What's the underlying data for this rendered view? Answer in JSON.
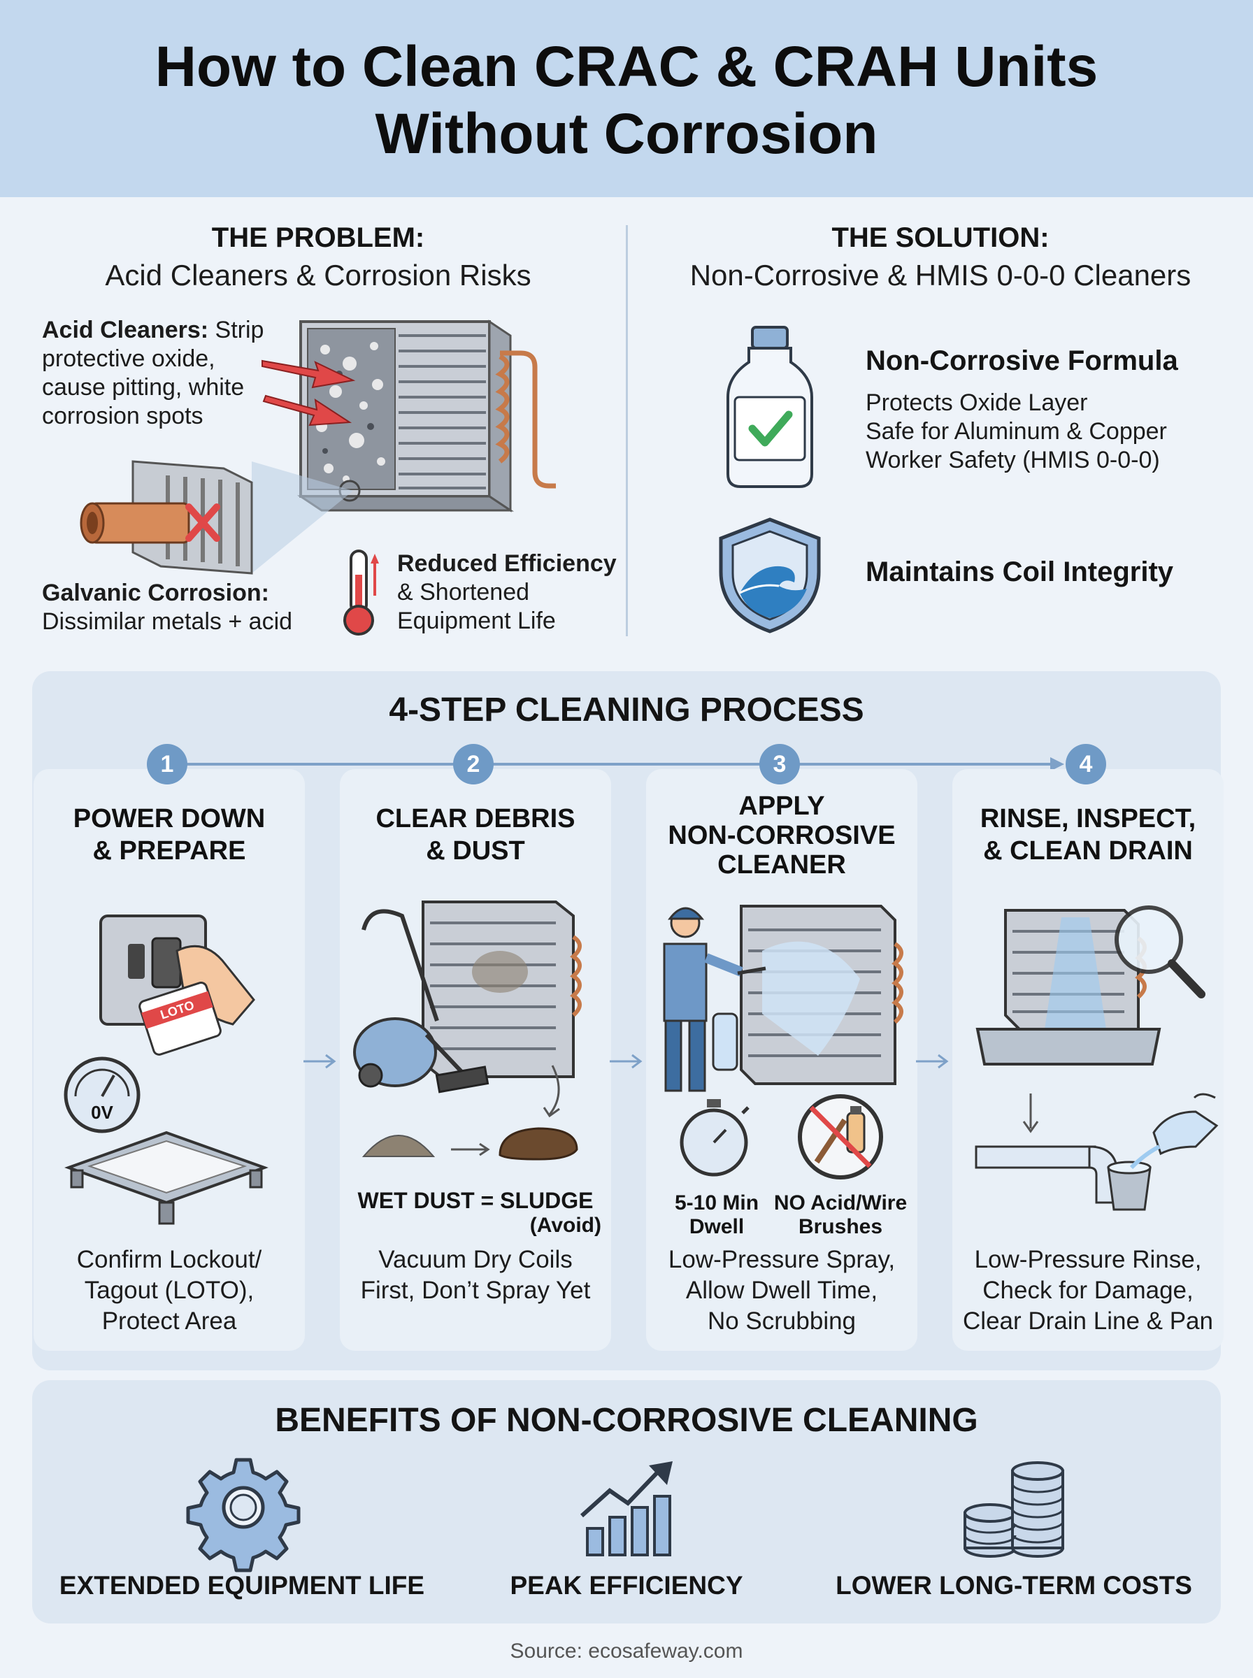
{
  "header": {
    "title_line1": "How to Clean CRAC & CRAH Units",
    "title_line2": "Without Corrosion"
  },
  "problem": {
    "heading": "THE PROBLEM:",
    "subheading": "Acid Cleaners & Corrosion Risks",
    "acid_label": "Acid Cleaners:",
    "acid_text_1": "Strip",
    "acid_text_2": "protective oxide,",
    "acid_text_3": "cause pitting, white",
    "acid_text_4": "corrosion spots",
    "galvanic_label": "Galvanic Corrosion:",
    "galvanic_text": "Dissimilar metals + acid",
    "efficiency_label": "Reduced Efficiency",
    "efficiency_text_1": "& Shortened",
    "efficiency_text_2": "Equipment Life"
  },
  "solution": {
    "heading": "THE SOLUTION:",
    "subheading": "Non-Corrosive & HMIS 0-0-0 Cleaners",
    "formula_title": "Non-Corrosive Formula",
    "formula_points": [
      "Protects Oxide Layer",
      "Safe for Aluminum & Copper",
      "Worker Safety (HMIS 0-0-0)"
    ],
    "integrity_title": "Maintains Coil Integrity"
  },
  "process": {
    "heading": "4-STEP CLEANING PROCESS",
    "steps": [
      {
        "number": "1",
        "title_1": "POWER DOWN",
        "title_2": "& PREPARE",
        "desc_1": "Confirm Lockout/",
        "desc_2": "Tagout (LOTO),",
        "desc_3": "Protect Area",
        "tag": "LOTO",
        "gauge": "0V"
      },
      {
        "number": "2",
        "title_1": "CLEAR DEBRIS",
        "title_2": "& DUST",
        "note_1": "WET DUST = SLUDGE",
        "note_2": "(Avoid)",
        "desc_1": "Vacuum Dry Coils",
        "desc_2": "First, Don’t Spray Yet"
      },
      {
        "number": "3",
        "title_1": "APPLY",
        "title_2": "NON-CORROSIVE",
        "title_3": "CLEANER",
        "timer_1": "5-10 Min",
        "timer_2": "Dwell",
        "no_1": "NO Acid/Wire",
        "no_2": "Brushes",
        "desc_1": "Low-Pressure Spray,",
        "desc_2": "Allow Dwell Time,",
        "desc_3": "No Scrubbing"
      },
      {
        "number": "4",
        "title_1": "RINSE, INSPECT,",
        "title_2": "& CLEAN DRAIN",
        "desc_1": "Low-Pressure Rinse,",
        "desc_2": "Check for Damage,",
        "desc_3": "Clear Drain Line & Pan"
      }
    ]
  },
  "benefits": {
    "heading": "BENEFITS OF NON-CORROSIVE CLEANING",
    "items": [
      "EXTENDED EQUIPMENT LIFE",
      "PEAK EFFICIENCY",
      "LOWER LONG-TERM COSTS"
    ]
  },
  "source": "Source: ecosafeway.com",
  "colors": {
    "header_bg": "#c3d8ee",
    "accent": "#6f9ac6",
    "panel": "#dde7f2",
    "danger": "#e04848",
    "success": "#3faa5a"
  }
}
